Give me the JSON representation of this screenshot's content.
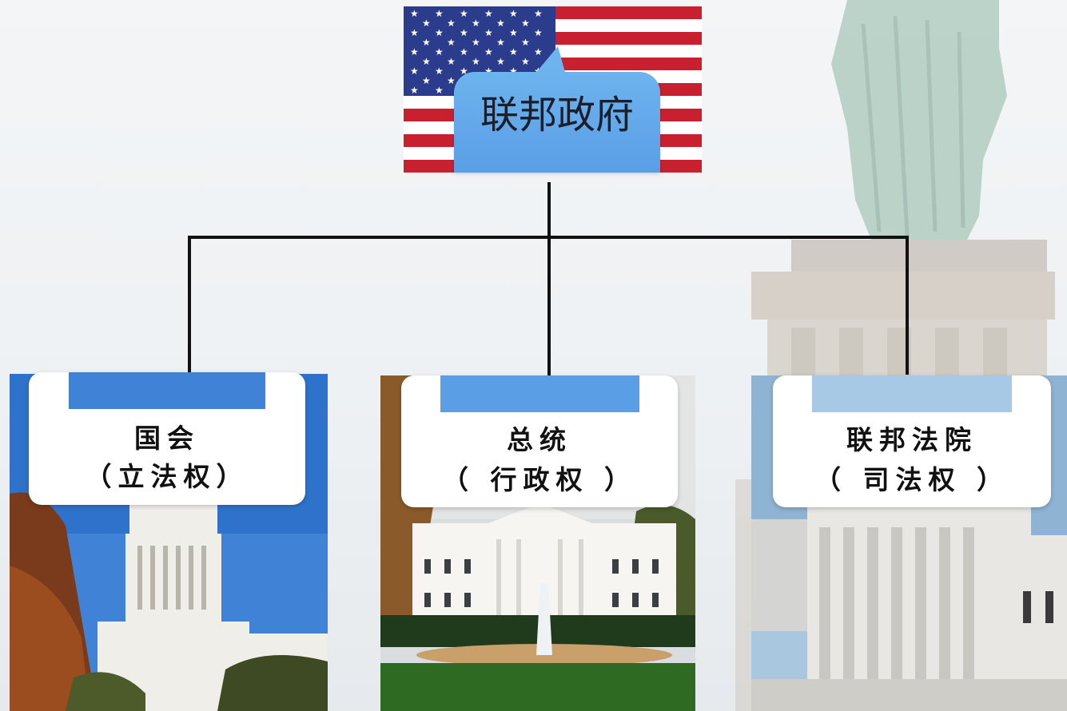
{
  "root": {
    "title": "联邦政府"
  },
  "branches": [
    {
      "name": "国会",
      "power": "（立法权）"
    },
    {
      "name": "总统",
      "power": "（ 行政权 ）"
    },
    {
      "name": "联邦法院",
      "power": "（ 司法权 ）"
    }
  ],
  "colors": {
    "callout_blue": "#5a9ee6",
    "flag_red": "#c8202f",
    "flag_blue": "#2b3c8c",
    "line": "#111111",
    "card_bg": "#ffffff"
  },
  "icons": {
    "flag": "us-flag",
    "statue": "statue-of-liberty",
    "capitol": "capitol-building",
    "white_house": "white-house",
    "supreme_court": "supreme-court-building"
  }
}
